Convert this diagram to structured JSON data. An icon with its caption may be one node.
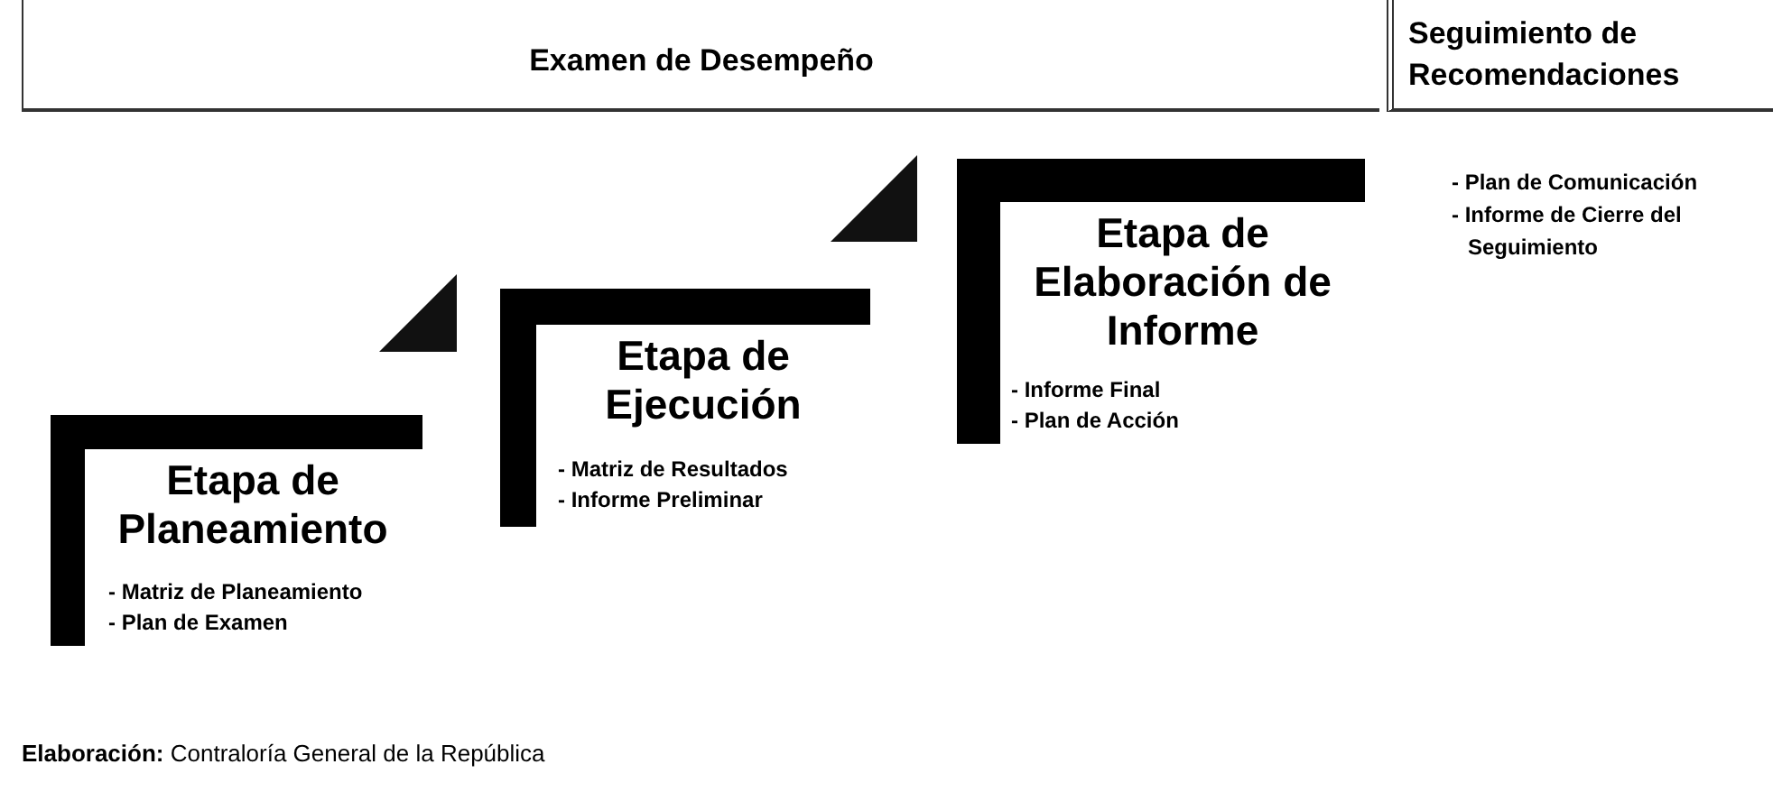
{
  "diagram": {
    "caption": "**Elaboración:** Contraloría General de la República",
    "nodes": [
      {
        "text": [
          "Examen de Desempeño"
        ]
      },
      {
        "text": [
          "Seguimiento de Recomendaciones"
        ],
        "beside": [
          "- Plan de Comunicación",
          "- Informe de Cierre del Seguimiento"
        ]
      },
      {
        "text": [
          "Etapa de Planeamiento",
          "- Matriz de Planeamiento",
          "- Plan de Examen"
        ]
      },
      {
        "text": [
          "Etapa de Ejecución",
          "- Matriz de Resultados",
          "- Informe Preliminar"
        ]
      },
      {
        "text": [
          "Etapa de Elaboración de Informe",
          "- Informe Final",
          "- Plan de Acción"
        ]
      }
    ]
  }
}
